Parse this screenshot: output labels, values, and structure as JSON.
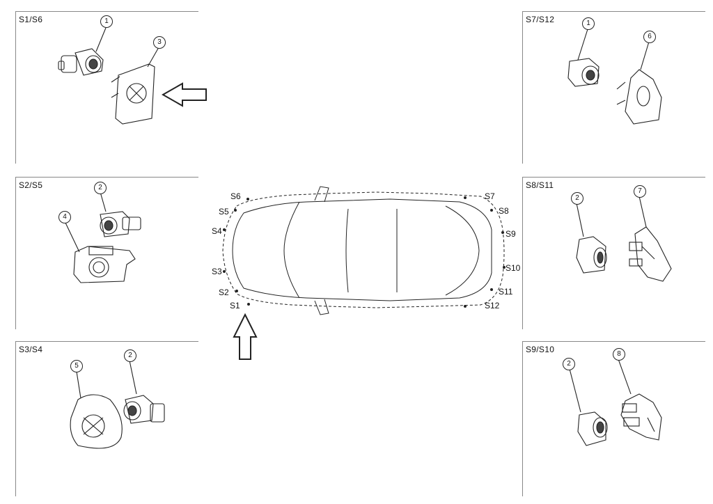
{
  "panels": {
    "p1": {
      "title": "S1/S6",
      "callouts": [
        "1",
        "3"
      ]
    },
    "p2": {
      "title": "S2/S5",
      "callouts": [
        "2",
        "4"
      ]
    },
    "p3": {
      "title": "S3/S4",
      "callouts": [
        "5",
        "2"
      ]
    },
    "p4": {
      "title": "S7/S12",
      "callouts": [
        "1",
        "6"
      ]
    },
    "p5": {
      "title": "S8/S11",
      "callouts": [
        "2",
        "7"
      ]
    },
    "p6": {
      "title": "S9/S10",
      "callouts": [
        "2",
        "8"
      ]
    }
  },
  "sensors": {
    "s1": "S1",
    "s2": "S2",
    "s3": "S3",
    "s4": "S4",
    "s5": "S5",
    "s6": "S6",
    "s7": "S7",
    "s8": "S8",
    "s9": "S9",
    "s10": "S10",
    "s11": "S11",
    "s12": "S12"
  },
  "icons": [
    "arrow-left-icon",
    "arrow-up-icon",
    "sensor-icon",
    "bracket-icon",
    "car-outline-icon"
  ]
}
